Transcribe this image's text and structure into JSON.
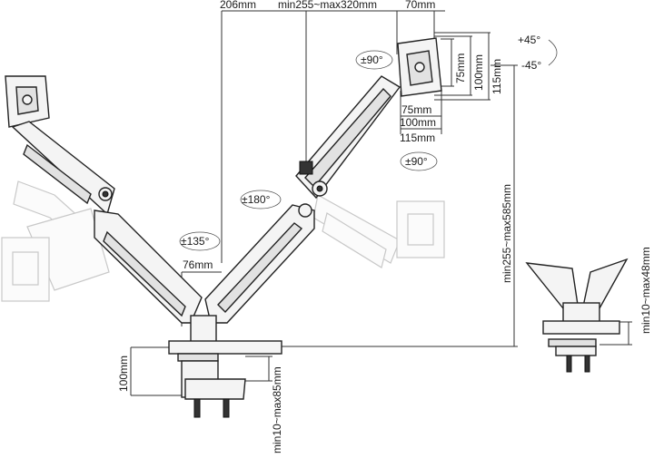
{
  "dimensions": {
    "top_reach": "206mm",
    "top_span": "min255~max320mm",
    "top_offset": "70mm",
    "vesa_h_75": "75mm",
    "vesa_h_100": "100mm",
    "vesa_h_115": "115mm",
    "vesa_v_75": "75mm",
    "vesa_v_100": "100mm",
    "vesa_v_115": "115mm",
    "arm_gap": "76mm",
    "base_height": "100mm",
    "clamp_range": "min10~max85mm",
    "total_height": "min255~max585mm",
    "grommet_range": "min10~max48mm"
  },
  "rotations": {
    "tilt_up": "+45°",
    "tilt_down": "-45°",
    "rotate_top": "±90°",
    "rotate_mid": "±90°",
    "swivel_upper": "±180°",
    "swivel_lower": "±135°"
  },
  "colors": {
    "line": "#333333",
    "part_fill": "#f4f4f4",
    "ghost": "#c8c8c8"
  }
}
